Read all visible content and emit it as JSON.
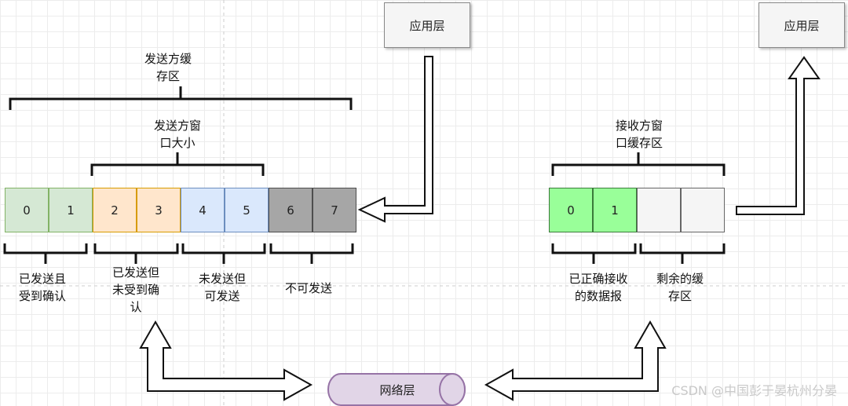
{
  "sender": {
    "app_layer": "应用层",
    "buffer_label": "发送方缓\n存区",
    "window_label": "发送方窗\n口大小",
    "cells": [
      "0",
      "1",
      "2",
      "3",
      "4",
      "5",
      "6",
      "7"
    ],
    "groups": [
      "已发送且\n受到确认",
      "已发送但\n未受到确\n认",
      "未发送但\n可发送",
      "不可发送"
    ]
  },
  "receiver": {
    "app_layer": "应用层",
    "window_label": "接收方窗\n口缓存区",
    "cells": [
      "0",
      "1",
      "",
      ""
    ],
    "groups": [
      "已正确接收\n的数据报",
      "剩余的缓\n存区"
    ]
  },
  "network_layer": "网络层",
  "watermark": "CSDN @中国彭于晏杭州分晏",
  "colors": {
    "acked_fill": "#d5e8d4",
    "acked_border": "#82b366",
    "sent_fill": "#ffe6cc",
    "sent_border": "#d79b00",
    "sendable_fill": "#dae8fc",
    "sendable_border": "#6c8ebf",
    "unsendable_fill": "#a6a6a6",
    "unsendable_border": "#4d4d4d",
    "received_fill": "#99ff99",
    "received_border": "#3a7a3a",
    "free_fill": "#f5f5f5",
    "free_border": "#666666",
    "network_fill": "#e1d5e7",
    "network_border": "#9673a6"
  }
}
